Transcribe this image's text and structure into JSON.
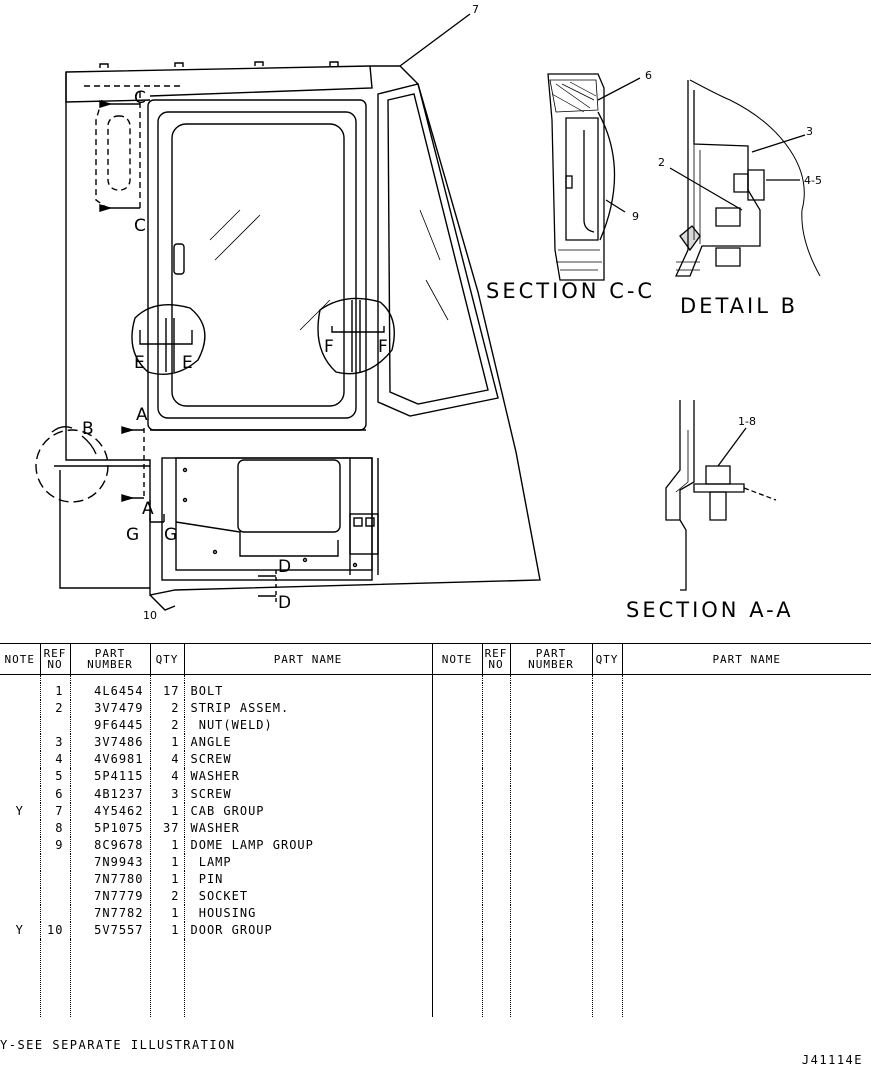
{
  "drawing": {
    "sections": {
      "cc": "SECTION C-C",
      "detail_b": "DETAIL  B",
      "aa": "SECTION A-A"
    },
    "callouts": {
      "c1": "1-8",
      "c2": "2",
      "c3": "3",
      "c45": "4-5",
      "c6": "6",
      "c7": "7",
      "c9": "9",
      "c10": "10"
    },
    "view_markers": {
      "a_top": "A",
      "a_bot": "A",
      "b": "B",
      "c_top": "C",
      "c_bot": "C",
      "d_top": "D",
      "d_bot": "D",
      "e_left": "E",
      "e_right": "E",
      "f_left": "F",
      "f_right": "F",
      "g_left": "G",
      "g_right": "G"
    }
  },
  "parts_table": {
    "headers": [
      "NOTE",
      "REF NO",
      "PART NUMBER",
      "QTY",
      "PART NAME",
      "NOTE",
      "REF NO",
      "PART NUMBER",
      "QTY",
      "PART NAME"
    ],
    "rows": [
      {
        "note": "",
        "ref": "1",
        "part_number": "4L6454",
        "qty": "17",
        "name": "BOLT"
      },
      {
        "note": "",
        "ref": "2",
        "part_number": "3V7479",
        "qty": "2",
        "name": "STRIP ASSEM."
      },
      {
        "note": "",
        "ref": "",
        "part_number": "9F6445",
        "qty": "2",
        "name": " NUT(WELD)"
      },
      {
        "note": "",
        "ref": "3",
        "part_number": "3V7486",
        "qty": "1",
        "name": "ANGLE"
      },
      {
        "note": "",
        "ref": "4",
        "part_number": "4V6981",
        "qty": "4",
        "name": "SCREW"
      },
      {
        "note": "",
        "ref": "5",
        "part_number": "5P4115",
        "qty": "4",
        "name": "WASHER"
      },
      {
        "note": "",
        "ref": "6",
        "part_number": "4B1237",
        "qty": "3",
        "name": "SCREW"
      },
      {
        "note": "Y",
        "ref": "7",
        "part_number": "4Y5462",
        "qty": "1",
        "name": "CAB GROUP"
      },
      {
        "note": "",
        "ref": "8",
        "part_number": "5P1075",
        "qty": "37",
        "name": "WASHER"
      },
      {
        "note": "",
        "ref": "9",
        "part_number": "8C9678",
        "qty": "1",
        "name": "DOME LAMP GROUP"
      },
      {
        "note": "",
        "ref": "",
        "part_number": "7N9943",
        "qty": "1",
        "name": " LAMP"
      },
      {
        "note": "",
        "ref": "",
        "part_number": "7N7780",
        "qty": "1",
        "name": " PIN"
      },
      {
        "note": "",
        "ref": "",
        "part_number": "7N7779",
        "qty": "2",
        "name": " SOCKET"
      },
      {
        "note": "",
        "ref": "",
        "part_number": "7N7782",
        "qty": "1",
        "name": " HOUSING"
      },
      {
        "note": "Y",
        "ref": "10",
        "part_number": "5V7557",
        "qty": "1",
        "name": "DOOR GROUP"
      }
    ]
  },
  "footnote": "Y-SEE SEPARATE ILLUSTRATION",
  "drawing_id": "J41114E"
}
